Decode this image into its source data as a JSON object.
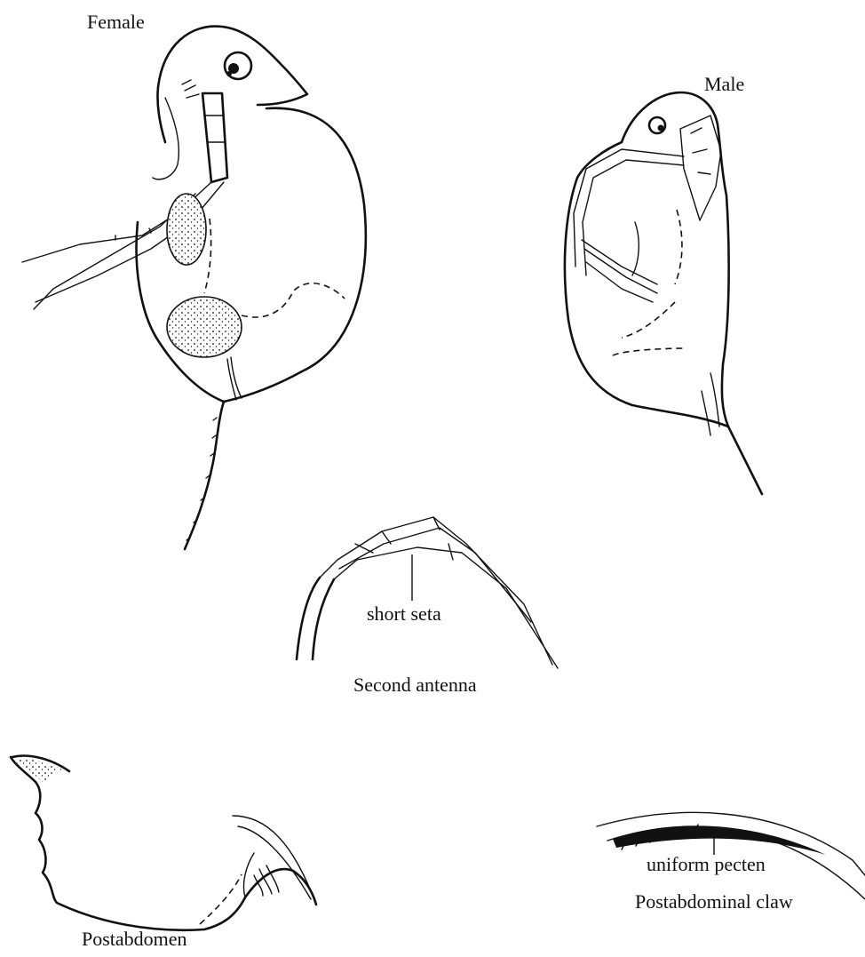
{
  "figures": {
    "female": {
      "label": "Female"
    },
    "male": {
      "label": "Male"
    },
    "second_antenna": {
      "label": "Second antenna",
      "callout": "short seta"
    },
    "postabdomen": {
      "label": "Postabdomen"
    },
    "postabdominal_claw": {
      "label": "Postabdominal claw",
      "callout": "uniform pecten"
    }
  },
  "colors": {
    "ink": "#111111",
    "background": "#ffffff"
  }
}
